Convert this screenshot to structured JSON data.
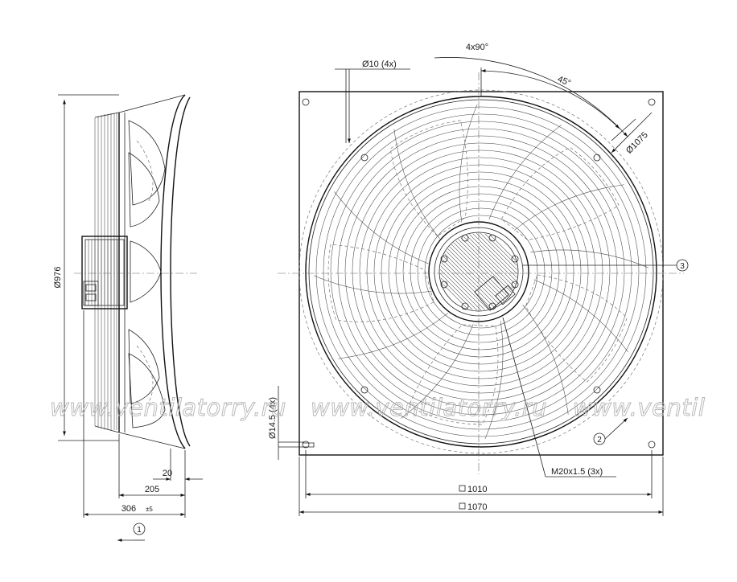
{
  "side_view": {
    "dia_976": "Ø976",
    "dim_20": "20",
    "dim_205": "205",
    "dim_306": "306",
    "dim_306_tol": "±5",
    "airflow_marker": "1"
  },
  "front_view": {
    "angle_4x90": "4x90°",
    "angle_45": "45°",
    "hole_10": "Ø10 (4x)",
    "dia_1075": "Ø1075",
    "hole_14_5": "Ø14.5 (4x)",
    "marker_2": "2",
    "marker_3": "3",
    "thread": "M20x1.5 (3x)",
    "square_1010": "1010",
    "square_1070": "1070"
  },
  "watermark": {
    "left": "www.ventilatorry.ru",
    "middle": "www.ventilatorry.ru",
    "right": "www.ventil"
  }
}
